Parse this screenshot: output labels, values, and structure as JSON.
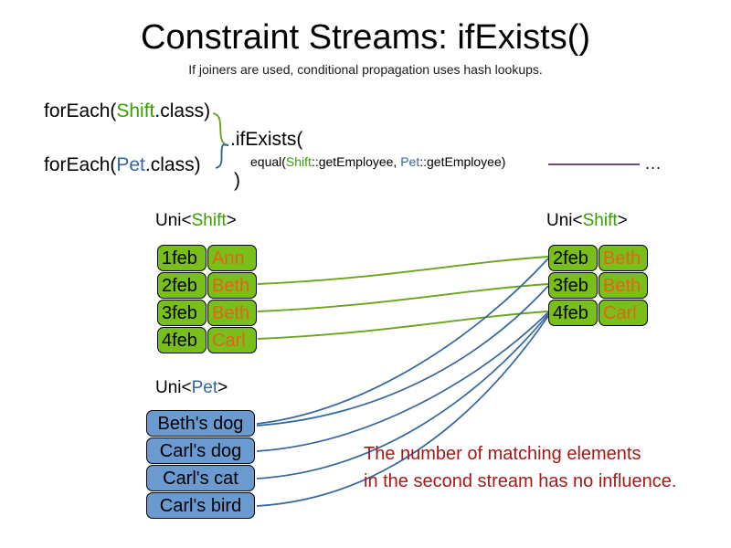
{
  "slide": {
    "title": "Constraint Streams: ifExists()",
    "subtitle": "If joiners are used, conditional propagation uses hash lookups."
  },
  "code": {
    "foreach_shift_prefix": "forEach(",
    "foreach_shift_class": "Shift",
    "foreach_shift_suffix": ".class)",
    "foreach_pet_prefix": "forEach(",
    "foreach_pet_class": "Pet",
    "foreach_pet_suffix": ".class)",
    "if_exists": ".ifExists(",
    "equal_prefix": "equal(",
    "equal_shift_class": "Shift",
    "equal_shift_method": "::getEmployee, ",
    "equal_pet_class": "Pet",
    "equal_pet_method": "::getEmployee)",
    "close_paren": ")",
    "ellipsis": "…"
  },
  "streams": {
    "left_shift": {
      "label_prefix": "Uni<",
      "label_type": "Shift",
      "label_suffix": ">",
      "rows": [
        {
          "date": "1feb",
          "employee": "Ann"
        },
        {
          "date": "2feb",
          "employee": "Beth"
        },
        {
          "date": "3feb",
          "employee": "Beth"
        },
        {
          "date": "4feb",
          "employee": "Carl"
        }
      ]
    },
    "right_shift": {
      "label_prefix": "Uni<",
      "label_type": "Shift",
      "label_suffix": ">",
      "rows": [
        {
          "date": "2feb",
          "employee": "Beth"
        },
        {
          "date": "3feb",
          "employee": "Beth"
        },
        {
          "date": "4feb",
          "employee": "Carl"
        }
      ]
    },
    "pet": {
      "label_prefix": "Uni<",
      "label_type": "Pet",
      "label_suffix": ">",
      "rows": [
        {
          "name": "Beth's dog"
        },
        {
          "name": "Carl's dog"
        },
        {
          "name": "Carl's cat"
        },
        {
          "name": "Carl's bird"
        }
      ]
    }
  },
  "annotation": {
    "line1": "The number of matching elements",
    "line2": "in the second stream has no influence."
  },
  "colors": {
    "shift_green": "#35a000",
    "pet_blue": "#3465a4",
    "box_green_fill": "#78c019",
    "box_blue_fill": "#6a9ad0",
    "fact_orange": "#e8601c",
    "annotation_red": "#a41818",
    "connector_green": "#6aa51e",
    "connector_blue": "#33679b",
    "rule_purple": "#6b4f7a"
  }
}
